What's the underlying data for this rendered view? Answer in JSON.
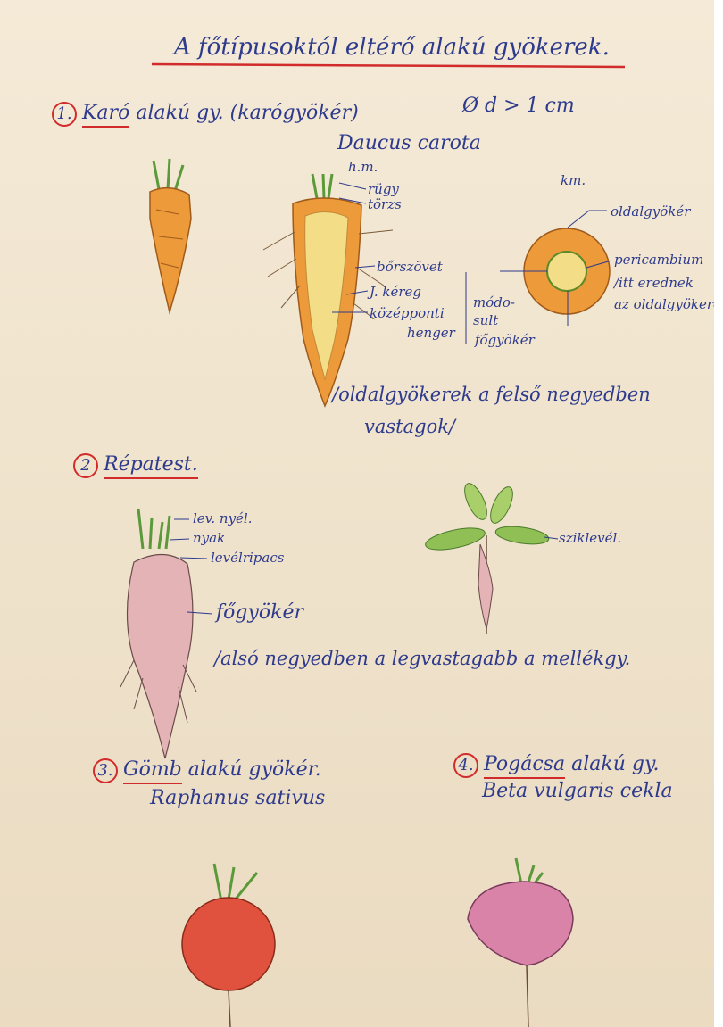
{
  "title": "A főtípusoktól eltérő alakú gyökerek.",
  "section1": {
    "number": "1.",
    "heading_name": "Karó",
    "heading_rest": "alakú gy. (karógyökér)",
    "diameter_note": "Ø d > 1 cm",
    "species": "Daucus carota",
    "labels": {
      "hm": "h.m.",
      "rugy": "rügy",
      "torzs": "törzs",
      "km": "km.",
      "oldalgyoker": "oldalgyökér",
      "pericambium": "pericambium",
      "itt_eredmek": "/itt erednek",
      "az_oldalgyokerek": "az oldalgyökerek",
      "borszovet": "bőrszövet",
      "kereg": "J. kéreg",
      "kozeppont": "középponti",
      "henger": "henger",
      "modo": "módo-",
      "sult": "sult",
      "fogyoker": "főgyökér"
    },
    "note_line1": "/oldalgyökerek a felső negyedben",
    "note_line2": "vastagok/"
  },
  "section2": {
    "number": "2",
    "heading": "Répatest.",
    "labels": {
      "lev_nyel": "lev. nyél.",
      "nyak": "nyak",
      "levelripacs": "levélripacs",
      "fogyoker": "főgyökér",
      "sziklevel": "sziklevél."
    },
    "note": "/alsó negyedben a legvastagabb a mellékgy."
  },
  "section3": {
    "number": "3.",
    "heading_name": "Gömb",
    "heading_rest": "alakú gyökér.",
    "species": "Raphanus sativus"
  },
  "section4": {
    "number": "4.",
    "heading_name": "Pogácsa",
    "heading_rest": "alakú gy.",
    "species": "Beta vulgaris cekla"
  },
  "colors": {
    "ink": "#2e3a8c",
    "red_ink": "#d22b2b",
    "carrot_orange": "#ec9a3a",
    "carrot_core": "#f3dd86",
    "leaf_green": "#8fbf55",
    "beet_pink": "#e3b3b5",
    "radish_red": "#e0523d",
    "cekla_pink": "#d983a8"
  }
}
